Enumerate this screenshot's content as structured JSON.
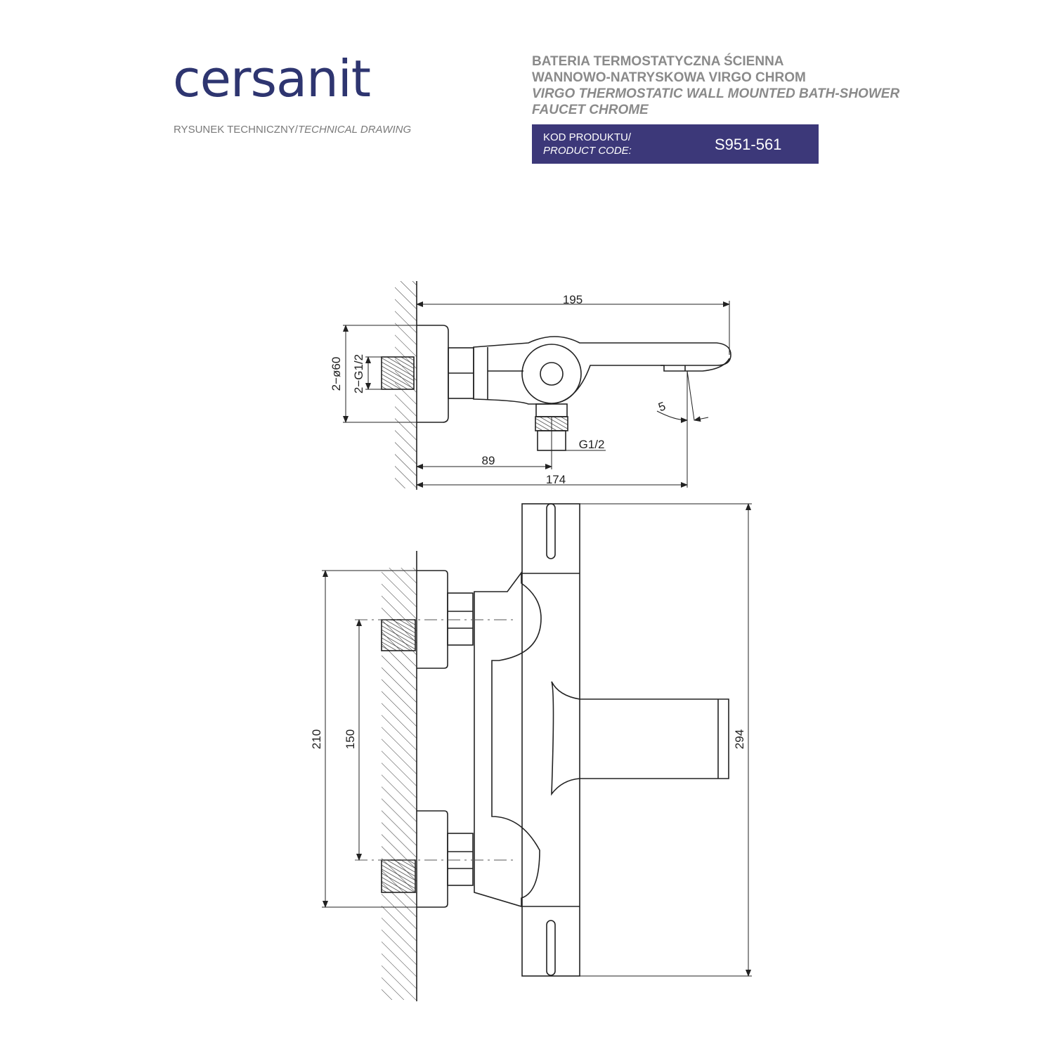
{
  "brand": {
    "logo": "cersanit"
  },
  "header": {
    "subtitle_pl": "RYSUNEK TECHNICZNY/",
    "subtitle_en": "TECHNICAL DRAWING",
    "title_line1": "BATERIA TERMOSTATYCZNA ŚCIENNA",
    "title_line2": "WANNOWO-NATRYSKOWA VIRGO CHROM",
    "title_line3": "VIRGO THERMOSTATIC WALL MOUNTED BATH-SHOWER",
    "title_line4": "FAUCET CHROME",
    "code_label_pl": "KOD PRODUKTU/",
    "code_label_en": "PRODUCT CODE:",
    "code_value": "S951-561"
  },
  "colors": {
    "brand": "#2e3570",
    "code_box": "#3c3879",
    "line": "#222222",
    "grey_text": "#8a8a8a"
  },
  "dimensions": {
    "spout_length": "195",
    "escutcheon_diameter": "2−ø60",
    "inlet_thread": "2−G1/2",
    "spout_angle": "5",
    "outlet_thread": "G1/2",
    "outlet_offset": "89",
    "spout_offset": "174",
    "overall_height_inlets": "210",
    "inlet_spacing": "150",
    "body_length": "294"
  }
}
